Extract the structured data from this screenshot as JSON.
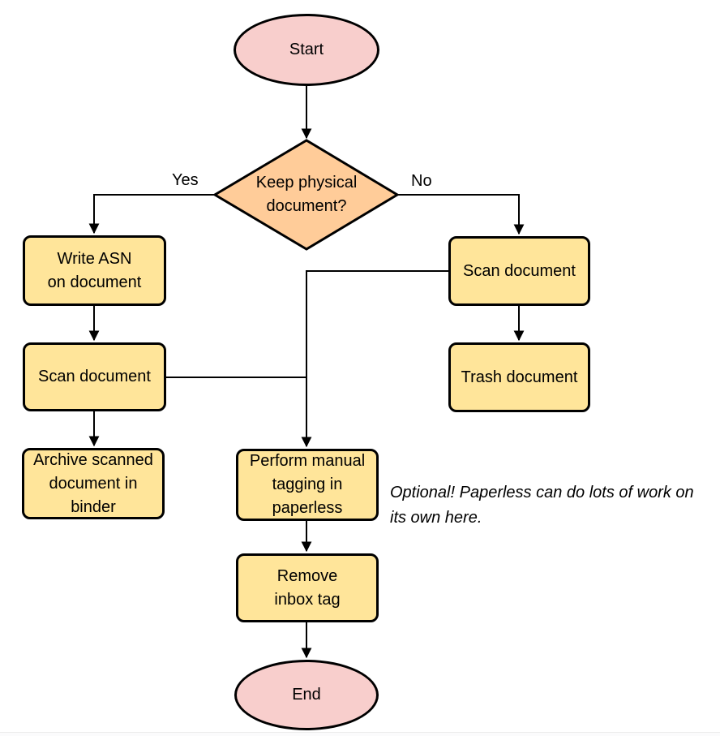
{
  "nodes": {
    "start": {
      "label": "Start"
    },
    "decision": {
      "label": "Keep physical\ndocument?"
    },
    "write_asn": {
      "label": "Write ASN\non document"
    },
    "scan_left": {
      "label": "Scan document"
    },
    "archive": {
      "label": "Archive scanned\ndocument in\nbinder"
    },
    "scan_right": {
      "label": "Scan document"
    },
    "trash": {
      "label": "Trash document"
    },
    "tagging": {
      "label": "Perform manual\ntagging in\npaperless"
    },
    "remove_inbox": {
      "label": "Remove\ninbox tag"
    },
    "end": {
      "label": "End"
    }
  },
  "edge_labels": {
    "yes": "Yes",
    "no": "No"
  },
  "note": "Optional! Paperless can do lots of work on\nits own here.",
  "colors": {
    "stroke": "#000000",
    "process_fill": "#FFE59A",
    "terminator_fill": "#F8CECC",
    "decision_fill": "#FFCC99"
  }
}
